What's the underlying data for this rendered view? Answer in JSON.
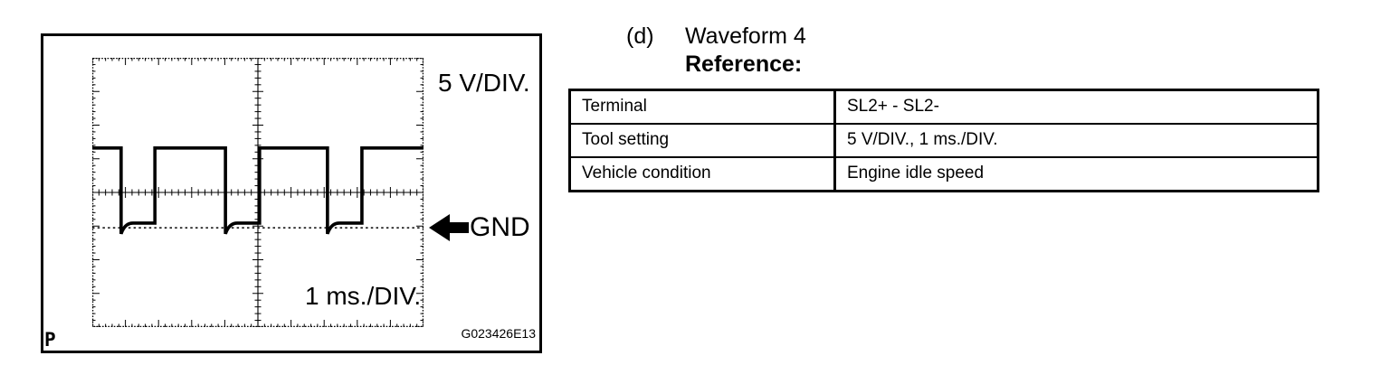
{
  "page": {
    "background": "#ffffff",
    "ink": "#000000"
  },
  "figure": {
    "volts_per_div_label": "5 V/DIV.",
    "time_per_div_label": "1 ms./DIV.",
    "gnd_label": "GND",
    "figure_code": "G023426E13",
    "corner_mark": "P",
    "grid": {
      "h_divisions": 10,
      "v_divisions": 8,
      "minor_per_major": 5
    },
    "waveform": {
      "type": "line",
      "description": "Square wave (SL2+ - SL2-) with undershoot spike at each falling edge settling just above GND",
      "high_div_above_center": 1.32,
      "low_div_below_center": 0.91,
      "undershoot_div_below_center": 1.23,
      "gnd_div_below_center": 1.05,
      "fall_x_div": [
        -4.13,
        -0.98,
        2.1
      ],
      "rise_x_div": [
        -3.11,
        0.05,
        3.14
      ],
      "low_pulse_width_ms": 1,
      "period_ms": 3.1
    }
  },
  "section": {
    "index_label": "(d)",
    "title": "Waveform 4",
    "subtitle": "Reference:"
  },
  "table": {
    "rows": [
      {
        "label": "Terminal",
        "value": "SL2+ - SL2-"
      },
      {
        "label": "Tool setting",
        "value": "5 V/DIV., 1 ms./DIV."
      },
      {
        "label": "Vehicle condition",
        "value": "Engine idle speed"
      }
    ]
  }
}
